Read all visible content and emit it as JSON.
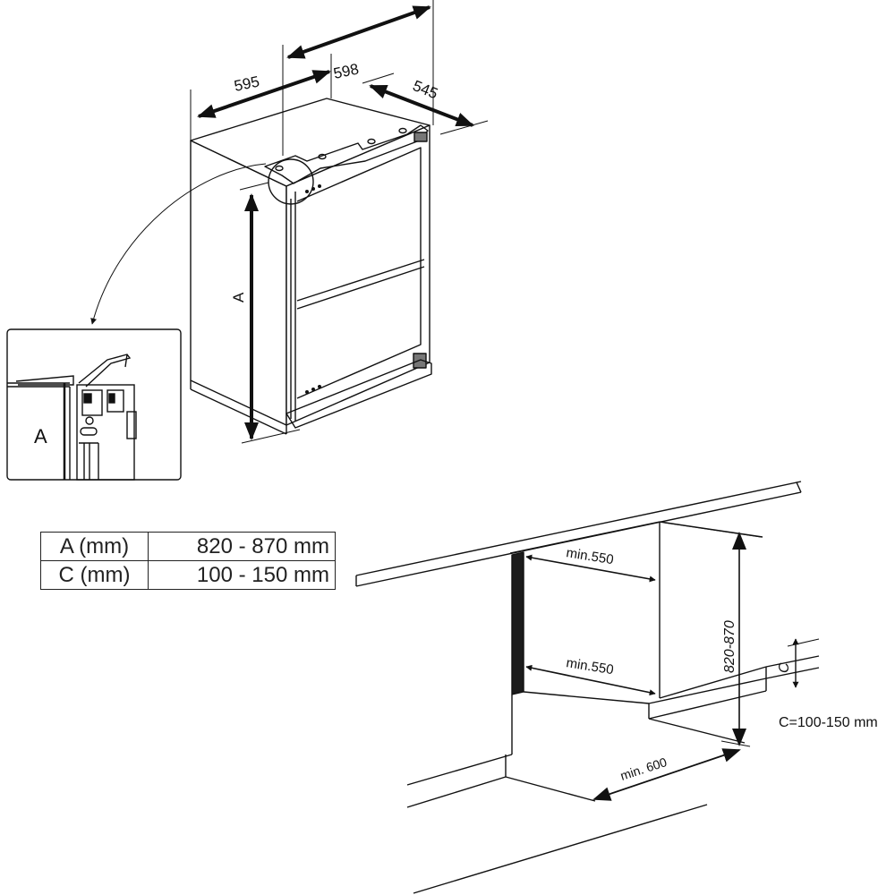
{
  "colors": {
    "line": "#111111",
    "panel": "#1c1c1c",
    "background": "#ffffff"
  },
  "top_view": {
    "width_label": "595",
    "depth_label": "598",
    "height_label": "545",
    "door_height_label": "A"
  },
  "detail": {
    "label": "A"
  },
  "spec_table": {
    "rows": [
      {
        "param": "A (mm)",
        "value": "820 - 870 mm"
      },
      {
        "param": "C (mm)",
        "value": "100 - 150 mm"
      }
    ]
  },
  "niche_view": {
    "upper_depth": "min.550",
    "lower_depth": "min.550",
    "niche_height": "820-870",
    "plinth_label": "C",
    "plinth_note": "C=100-150 mm",
    "floor_depth": "min. 600"
  }
}
